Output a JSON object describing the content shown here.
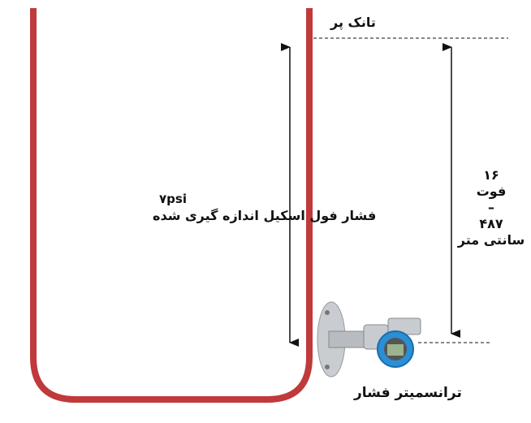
{
  "tank_label": "تانک پر",
  "pressure_value": "۷psi",
  "pressure_label": "فشار فول اسکیل اندازه گیری شده",
  "height_feet": "۱۶",
  "feet_unit": "فوت",
  "separator": "–",
  "height_cm": "۴۸۷",
  "cm_unit": "سانتی متر",
  "transmitter_label": "ترانسمیتر فشار",
  "colors": {
    "tank": "#c0393b",
    "transmitter_cap": "#2a8fd6"
  }
}
